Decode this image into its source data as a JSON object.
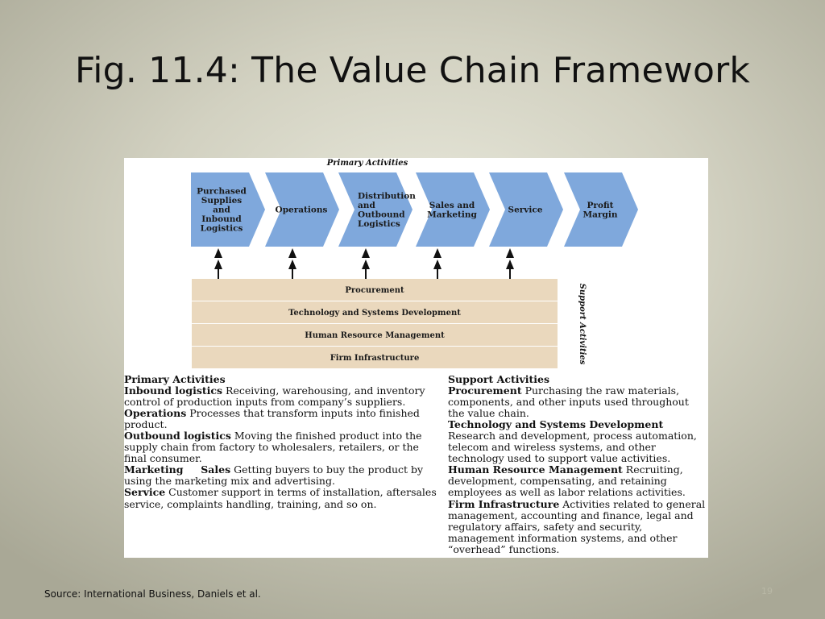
{
  "slide": {
    "title": "Fig. 11.4: The Value Chain Framework",
    "source": "Source: International Business, Daniels et al.",
    "page_number": "19"
  },
  "diagram": {
    "primary_heading": "Primary Activities",
    "support_side_label": "Support Activities",
    "primary_activities": [
      {
        "label": "Purchased Supplies and Inbound Logistics",
        "lines": [
          "Purchased",
          "Supplies",
          "and",
          "Inbound",
          "Logistics"
        ]
      },
      {
        "label": "Operations",
        "lines": [
          "Operations"
        ]
      },
      {
        "label": "Distribution and Outbound Logistics",
        "lines": [
          "Distribution",
          "and",
          "Outbound",
          "Logistics"
        ]
      },
      {
        "label": "Sales and Marketing",
        "lines": [
          "Sales and",
          "Marketing"
        ]
      },
      {
        "label": "Service",
        "lines": [
          "Service"
        ]
      },
      {
        "label": "Profit Margin",
        "lines": [
          "Profit",
          "Margin"
        ]
      }
    ],
    "support_activities": [
      "Procurement",
      "Technology and Systems Development",
      "Human Resource Management",
      "Firm Infrastructure"
    ],
    "colors": {
      "arrow_fill": "#7fa8dc",
      "support_fill": "#ead8bd",
      "support_line": "#ffffff",
      "up_arrow": "#111111"
    }
  },
  "descriptions": {
    "primary": {
      "heading": "Primary Activities",
      "items": [
        {
          "term": "Inbound logistics",
          "text": " Receiving, warehousing, and inventory control of production inputs from company’s suppliers."
        },
        {
          "term": "Operations",
          "text": " Processes that transform inputs into finished product."
        },
        {
          "term": "Outbound logistics",
          "text": " Moving the finished product into the supply chain from factory to wholesalers, retailers, or the final consumer."
        },
        {
          "term": "Marketing     Sales",
          "text": " Getting buyers to buy the product by using the marketing mix and advertising."
        },
        {
          "term": "Service",
          "text": " Customer support in terms of installation, aftersales service, complaints handling, training, and so on."
        }
      ]
    },
    "support": {
      "heading": "Support Activities",
      "items": [
        {
          "term": "Procurement",
          "text": " Purchasing the raw materials, components, and other inputs used throughout the value chain."
        },
        {
          "term": "Technology and Systems Development",
          "text": " Research and development, process automation, telecom and wireless systems, and other technology used to support value activities."
        },
        {
          "term": "Human Resource Management",
          "text": " Recruiting, development, compensating, and retaining employees as well as labor relations activities."
        },
        {
          "term": "Firm Infrastructure",
          "text": " Activities related to general management, accounting and finance, legal and regulatory affairs, safety and security, management information systems, and other “overhead” functions."
        }
      ]
    }
  }
}
